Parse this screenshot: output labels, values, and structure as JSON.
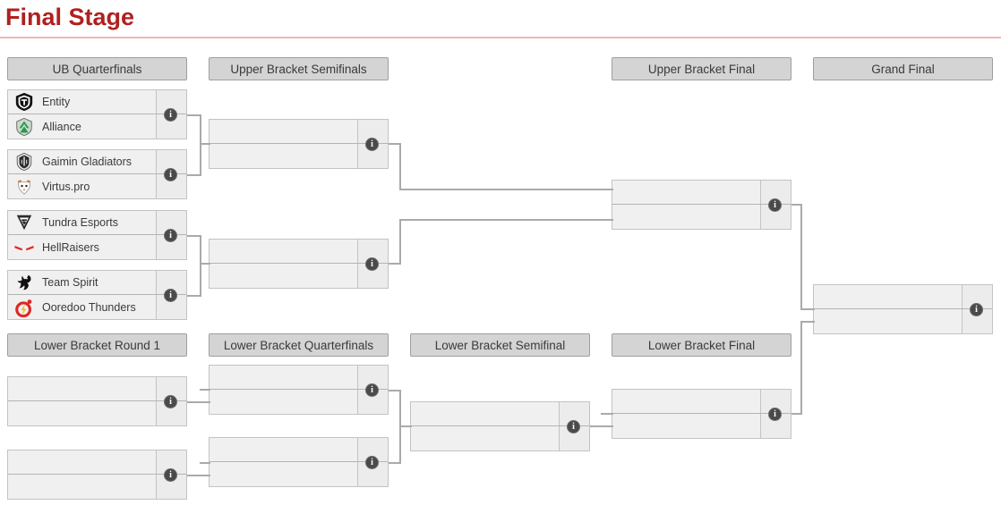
{
  "page": {
    "title": "Final Stage",
    "accent_color": "#b02020",
    "rule_color": "#f0b6b6",
    "header_bg": "#d4d4d4",
    "match_bg": "#f0f0f0",
    "connector_color": "#aaaaaa",
    "info_badge_glyph": "i",
    "info_badge_color": "#4a4a4a"
  },
  "rounds": [
    {
      "id": "ub-quarterfinals",
      "label": "UB Quarterfinals"
    },
    {
      "id": "upper-bracket-semifinals",
      "label": "Upper Bracket Semifinals"
    },
    {
      "id": "upper-bracket-final",
      "label": "Upper Bracket Final"
    },
    {
      "id": "grand-final",
      "label": "Grand Final"
    },
    {
      "id": "lower-bracket-round-1",
      "label": "Lower Bracket Round 1"
    },
    {
      "id": "lower-bracket-quarterfinals",
      "label": "Lower Bracket Quarterfinals"
    },
    {
      "id": "lower-bracket-semifinal",
      "label": "Lower Bracket Semifinal"
    },
    {
      "id": "lower-bracket-final",
      "label": "Lower Bracket Final"
    }
  ],
  "matches": {
    "ubqf1": {
      "top": {
        "team": "Entity",
        "logo": "entity-logo",
        "score": ""
      },
      "bottom": {
        "team": "Alliance",
        "logo": "alliance-logo",
        "score": ""
      }
    },
    "ubqf2": {
      "top": {
        "team": "Gaimin Gladiators",
        "logo": "gaimin-gladiators-logo",
        "score": ""
      },
      "bottom": {
        "team": "Virtus.pro",
        "logo": "virtuspro-logo",
        "score": ""
      }
    },
    "ubqf3": {
      "top": {
        "team": "Tundra Esports",
        "logo": "tundra-esports-logo",
        "score": ""
      },
      "bottom": {
        "team": "HellRaisers",
        "logo": "hellraisers-logo",
        "score": ""
      }
    },
    "ubqf4": {
      "top": {
        "team": "Team Spirit",
        "logo": "team-spirit-logo",
        "score": ""
      },
      "bottom": {
        "team": "Ooredoo Thunders",
        "logo": "ooredoo-thunders-logo",
        "score": ""
      }
    },
    "ubsf1": {
      "top": {
        "team": "",
        "logo": "",
        "score": ""
      },
      "bottom": {
        "team": "",
        "logo": "",
        "score": ""
      }
    },
    "ubsf2": {
      "top": {
        "team": "",
        "logo": "",
        "score": ""
      },
      "bottom": {
        "team": "",
        "logo": "",
        "score": ""
      }
    },
    "ubf": {
      "top": {
        "team": "",
        "logo": "",
        "score": ""
      },
      "bottom": {
        "team": "",
        "logo": "",
        "score": ""
      }
    },
    "gf": {
      "top": {
        "team": "",
        "logo": "",
        "score": ""
      },
      "bottom": {
        "team": "",
        "logo": "",
        "score": ""
      }
    },
    "lbr1a": {
      "top": {
        "team": "",
        "logo": "",
        "score": ""
      },
      "bottom": {
        "team": "",
        "logo": "",
        "score": ""
      }
    },
    "lbr1b": {
      "top": {
        "team": "",
        "logo": "",
        "score": ""
      },
      "bottom": {
        "team": "",
        "logo": "",
        "score": ""
      }
    },
    "lbqf1": {
      "top": {
        "team": "",
        "logo": "",
        "score": ""
      },
      "bottom": {
        "team": "",
        "logo": "",
        "score": ""
      }
    },
    "lbqf2": {
      "top": {
        "team": "",
        "logo": "",
        "score": ""
      },
      "bottom": {
        "team": "",
        "logo": "",
        "score": ""
      }
    },
    "lbsf": {
      "top": {
        "team": "",
        "logo": "",
        "score": ""
      },
      "bottom": {
        "team": "",
        "logo": "",
        "score": ""
      }
    },
    "lbf": {
      "top": {
        "team": "",
        "logo": "",
        "score": ""
      },
      "bottom": {
        "team": "",
        "logo": "",
        "score": ""
      }
    }
  }
}
